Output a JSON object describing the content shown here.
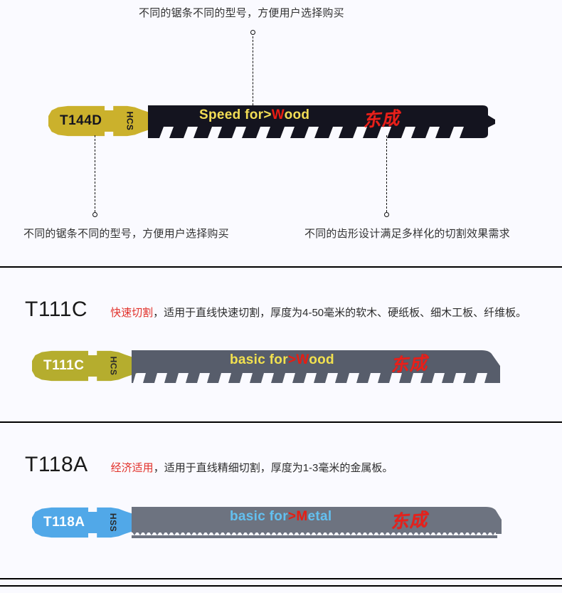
{
  "page": {
    "background": "#fafaff",
    "brand_logo": "东成",
    "brand_color": "#e8201a"
  },
  "hero": {
    "top_annotation": "不同的锯条不同的型号，方便用户选择购买",
    "left_annotation": "不同的锯条不同的型号，方便用户选择购买",
    "right_annotation": "不同的齿形设计满足多样化的切割效果需求",
    "blade": {
      "model": "T144D",
      "material": "HCS",
      "tagline_prefix": "Speed for",
      "tagline_arrow": ">",
      "tagline_highlight": "W",
      "tagline_suffix": "ood",
      "shank_color": "#cbb12c",
      "body_color": "#14141f",
      "text_color": "#f2dd55",
      "highlight_color": "#e81c12",
      "label_color": "#14141f",
      "material_color": "#14141f"
    }
  },
  "sections": [
    {
      "model": "T111C",
      "tag": "快速切割",
      "description": "，适用于直线快速切割，厚度为4-50毫米的软木、硬纸板、细木工板、纤维板。",
      "blade": {
        "model": "T111C",
        "material": "HCS",
        "tagline_prefix": "basic for",
        "tagline_arrow": ">",
        "tagline_highlight": "W",
        "tagline_suffix": "ood",
        "shank_color": "#b5ad2e",
        "body_color": "#575d6b",
        "text_color": "#f2e14f",
        "highlight_color": "#e81c12",
        "label_color": "#ffffff",
        "material_color": "#2a2a2a"
      }
    },
    {
      "model": "T118A",
      "tag": "经济适用",
      "description": "，适用于直线精细切割，厚度为1-3毫米的金属板。",
      "blade": {
        "model": "T118A",
        "material": "HSS",
        "tagline_prefix": "basic for",
        "tagline_arrow": ">",
        "tagline_highlight": "M",
        "tagline_suffix": "etal",
        "shank_color": "#51a8e8",
        "body_color": "#6d7380",
        "text_color": "#63c0f0",
        "highlight_color": "#e81c12",
        "label_color": "#ffffff",
        "material_color": "#2a2a2a"
      }
    }
  ]
}
